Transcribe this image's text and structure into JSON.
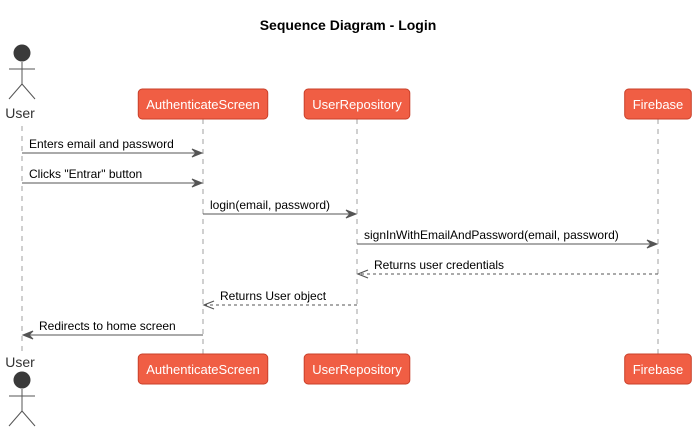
{
  "diagram": {
    "title": "Sequence Diagram - Login",
    "colors": {
      "participant_fill": "#f05e44",
      "participant_border": "#c9402a",
      "actor_fill": "#3a3a3a",
      "line": "#555555",
      "lifeline": "#a0a0a0"
    },
    "participants": [
      {
        "id": "user",
        "label": "User",
        "kind": "actor"
      },
      {
        "id": "auth",
        "label": "AuthenticateScreen",
        "kind": "participant"
      },
      {
        "id": "repo",
        "label": "UserRepository",
        "kind": "participant"
      },
      {
        "id": "firebase",
        "label": "Firebase",
        "kind": "participant"
      }
    ],
    "messages": [
      {
        "from": "user",
        "to": "auth",
        "label": "Enters email and password",
        "style": "solid"
      },
      {
        "from": "user",
        "to": "auth",
        "label": "Clicks \"Entrar\" button",
        "style": "solid"
      },
      {
        "from": "auth",
        "to": "repo",
        "label": "login(email, password)",
        "style": "solid"
      },
      {
        "from": "repo",
        "to": "firebase",
        "label": "signInWithEmailAndPassword(email, password)",
        "style": "solid"
      },
      {
        "from": "firebase",
        "to": "repo",
        "label": "Returns user credentials",
        "style": "dashed"
      },
      {
        "from": "repo",
        "to": "auth",
        "label": "Returns User object",
        "style": "dashed"
      },
      {
        "from": "auth",
        "to": "user",
        "label": "Redirects to home screen",
        "style": "solid"
      }
    ]
  }
}
